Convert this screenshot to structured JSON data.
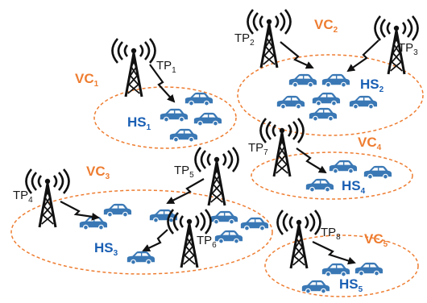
{
  "colors": {
    "cluster_border": "#ee7d31",
    "car_fill": "#3a78b5",
    "tower": "#111111",
    "hotspot_text": "#1a5fb4",
    "cluster_text": "#ee7d31"
  },
  "icons": [
    "antenna-tower-icon",
    "car-icon",
    "wireless-link-arrow-icon"
  ],
  "clusters": [
    {
      "label": "VC",
      "index": "1",
      "hotspot": {
        "label": "HS",
        "index": "1"
      }
    },
    {
      "label": "VC",
      "index": "2",
      "hotspot": {
        "label": "HS",
        "index": "2"
      }
    },
    {
      "label": "VC",
      "index": "3",
      "hotspot": {
        "label": "HS",
        "index": "3"
      }
    },
    {
      "label": "VC",
      "index": "4",
      "hotspot": {
        "label": "HS",
        "index": "4"
      }
    },
    {
      "label": "VC",
      "index": "5",
      "hotspot": {
        "label": "HS",
        "index": "5"
      }
    }
  ],
  "towers": [
    {
      "label": "TP",
      "index": "1"
    },
    {
      "label": "TP",
      "index": "2"
    },
    {
      "label": "TP",
      "index": "3"
    },
    {
      "label": "TP",
      "index": "4"
    },
    {
      "label": "TP",
      "index": "5"
    },
    {
      "label": "TP",
      "index": "6"
    },
    {
      "label": "TP",
      "index": "7"
    },
    {
      "label": "TP",
      "index": "8"
    }
  ]
}
